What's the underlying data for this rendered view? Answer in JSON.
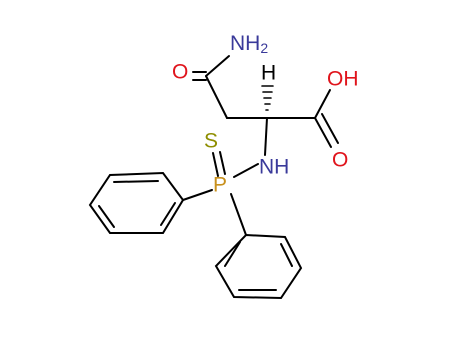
{
  "atoms": {
    "amide_n": {
      "label": "NH",
      "subscript": "2"
    },
    "amide_o": {
      "label": "O"
    },
    "alpha_h": {
      "label": "H"
    },
    "acid_oh": {
      "label": "OH"
    },
    "acid_o": {
      "label": "O"
    },
    "amine_nh": {
      "label": "NH"
    },
    "sulfur": {
      "label": "S"
    },
    "phosphorus": {
      "label": "P"
    }
  },
  "colors": {
    "nitrogen": "#3a3a9a",
    "oxygen": "#e0141c",
    "phosphorus": "#c8901c",
    "sulfur": "#8e8e00",
    "carbon": "#000000"
  }
}
